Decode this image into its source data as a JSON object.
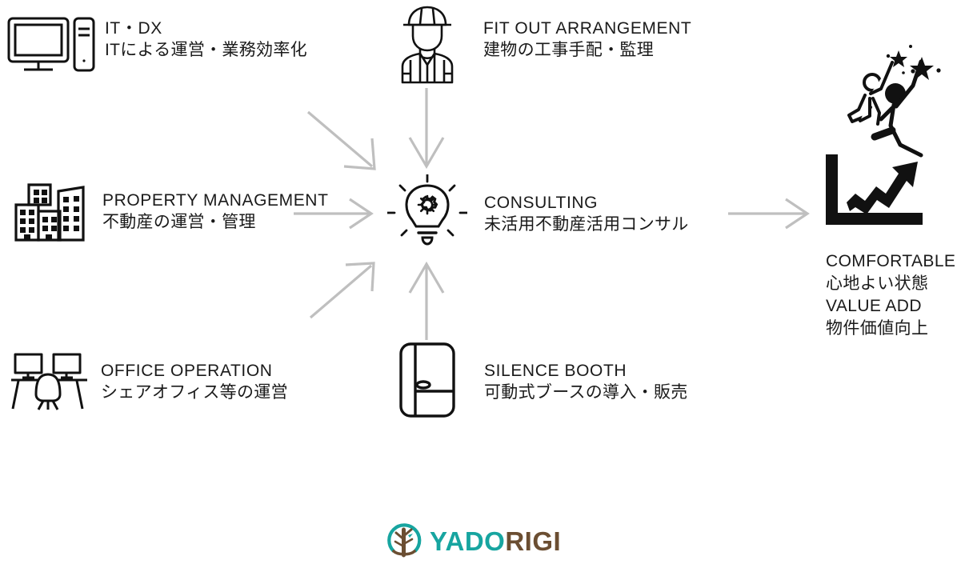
{
  "diagram": {
    "title": "Yadorigi service flow diagram",
    "colors": {
      "text": "#1a1a1a",
      "icon_stroke": "#111111",
      "arrow": "#bfbfbf",
      "logo_teal": "#17a5a0",
      "logo_brown": "#6b4e32",
      "background": "#ffffff"
    },
    "inputs": [
      {
        "id": "it-dx",
        "icon": "desktop-computer-icon",
        "title_en": "IT・DX",
        "title_jp": "ITによる運営・業務効率化"
      },
      {
        "id": "fit-out-arrangement",
        "icon": "construction-worker-icon",
        "title_en": "FIT OUT ARRANGEMENT",
        "title_jp": "建物の工事手配・監理"
      },
      {
        "id": "property-management",
        "icon": "buildings-icon",
        "title_en": "PROPERTY MANAGEMENT",
        "title_jp": "不動産の運営・管理"
      },
      {
        "id": "office-operation",
        "icon": "office-desk-chair-icon",
        "title_en": "OFFICE OPERATION",
        "title_jp": "シェアオフィス等の運営"
      },
      {
        "id": "silence-booth",
        "icon": "phone-booth-icon",
        "title_en": "SILENCE BOOTH",
        "title_jp": "可動式ブースの導入・販売"
      }
    ],
    "center": {
      "id": "consulting",
      "icon": "lightbulb-gear-icon",
      "title_en": "CONSULTING",
      "title_jp": "未活用不動産活用コンサル"
    },
    "result": {
      "id": "comfortable-value-add",
      "icon": "growth-chart-celebration-icon",
      "lines": [
        "COMFORTABLE",
        "心地よい状態",
        "VALUE ADD",
        "物件価値向上"
      ]
    },
    "arrows": [
      {
        "id": "arrow-it-dx-to-consulting",
        "direction": "diagonal-down-right"
      },
      {
        "id": "arrow-fit-out-to-consulting",
        "direction": "down"
      },
      {
        "id": "arrow-property-to-consulting",
        "direction": "right"
      },
      {
        "id": "arrow-office-to-consulting",
        "direction": "diagonal-up-right"
      },
      {
        "id": "arrow-booth-to-consulting",
        "direction": "up"
      },
      {
        "id": "arrow-consulting-to-result",
        "direction": "right"
      }
    ],
    "logo": {
      "emblem": "tree-in-circle-emblem",
      "text_primary": "YADO",
      "text_secondary": "RIGI"
    }
  }
}
